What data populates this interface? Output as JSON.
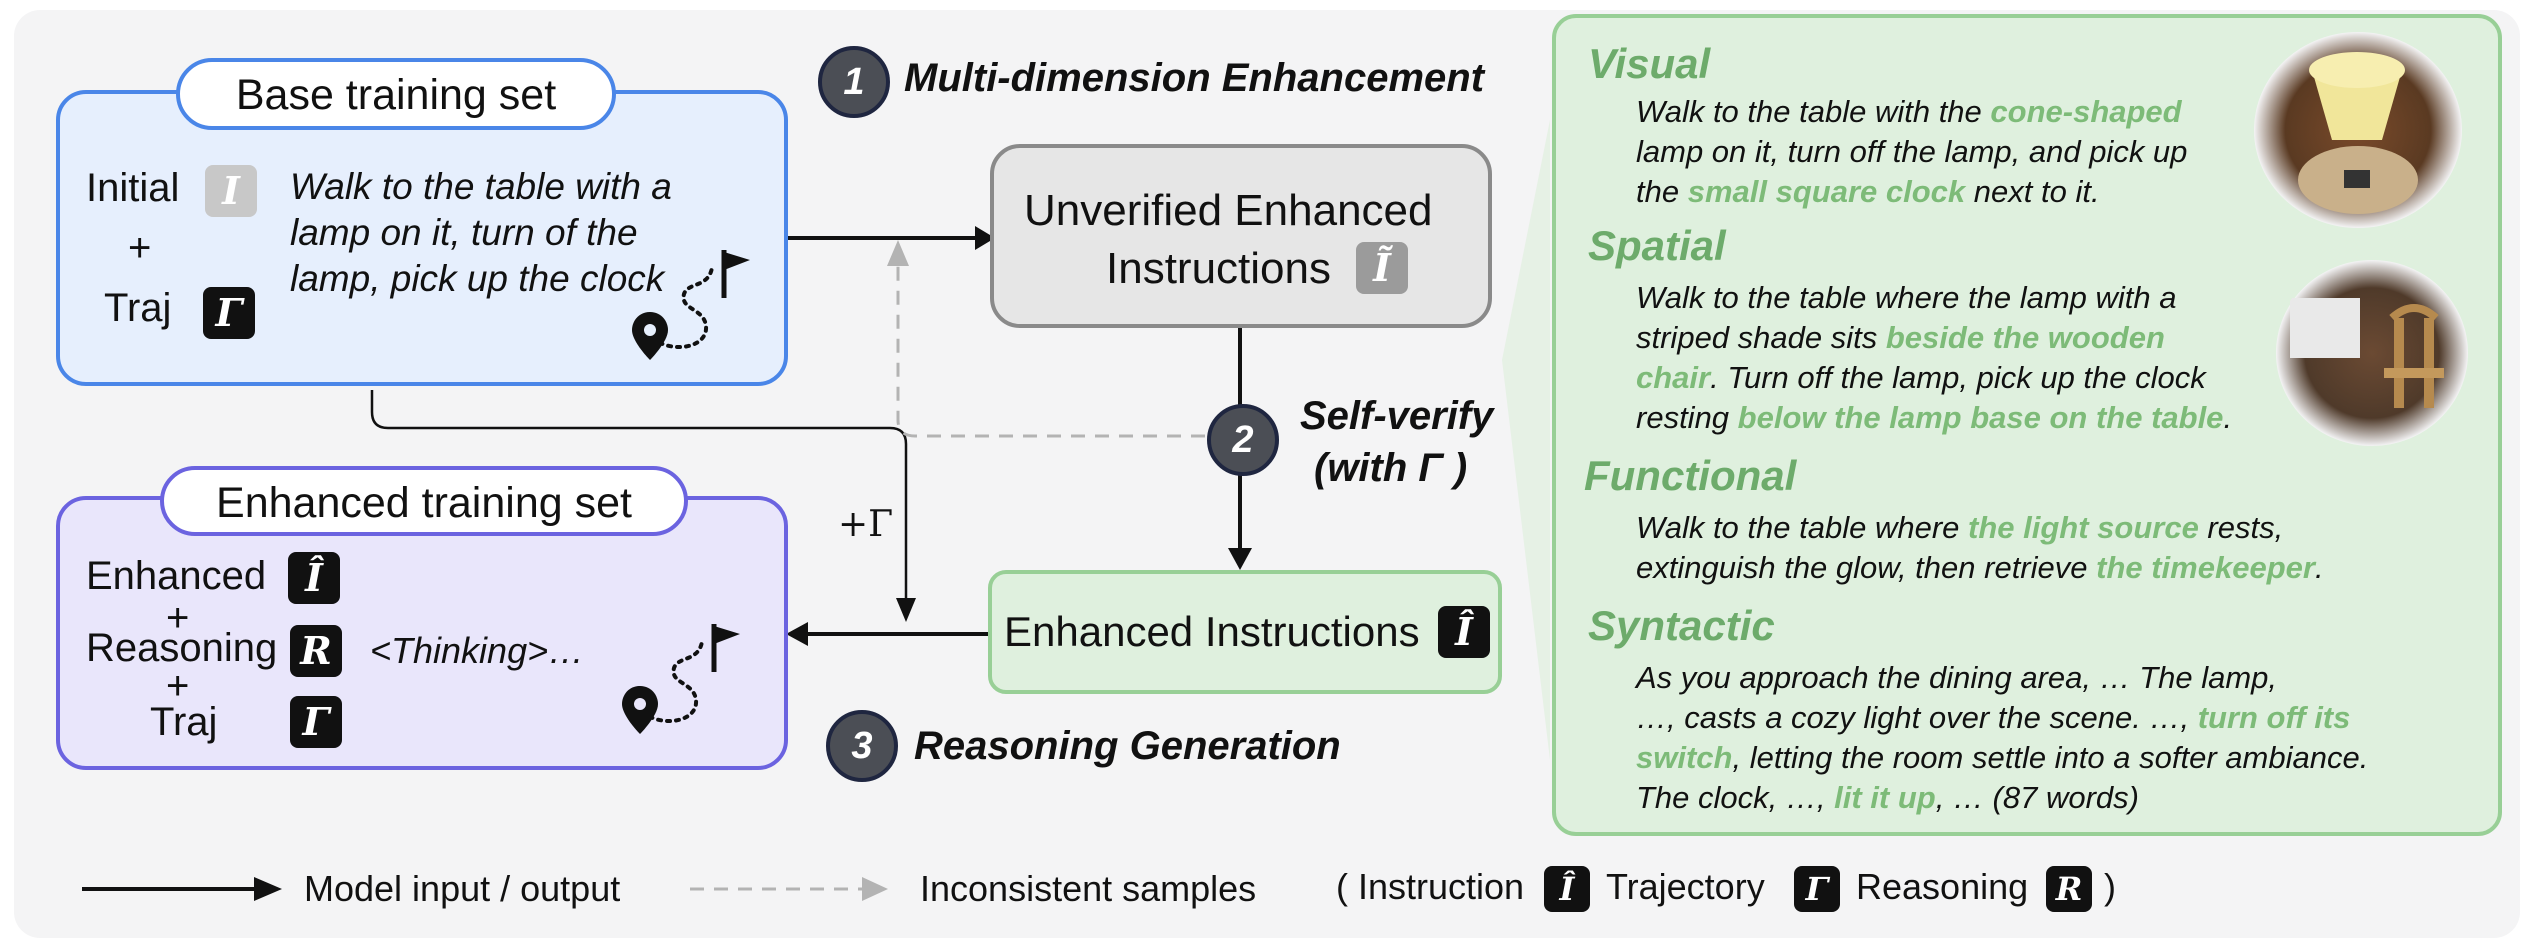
{
  "base_set": {
    "title": "Base training set",
    "initial_label": "Initial",
    "plus": "+",
    "traj_label": "Traj",
    "instruction_text": [
      "Walk to the table with a",
      "lamp on it, turn of the",
      "lamp, pick up the clock"
    ]
  },
  "enhanced_set": {
    "title": "Enhanced training set",
    "enhanced_label": "Enhanced",
    "plus": "+",
    "reasoning_label": "Reasoning",
    "traj_label": "Traj",
    "thinking_text": "<Thinking>…"
  },
  "steps": {
    "one_num": "1",
    "one_title": "Multi-dimension Enhancement",
    "two_num": "2",
    "two_title_line1": "Self-verify",
    "two_title_line2": "(with Γ )",
    "three_num": "3",
    "three_title": "Reasoning Generation"
  },
  "boxes": {
    "unverified_line1": "Unverified Enhanced",
    "unverified_line2": "Instructions",
    "enhanced_instructions": "Enhanced Instructions",
    "plus_gamma": "+Γ"
  },
  "symbols": {
    "instruction": "I",
    "instruction_tilde": "Ĩ",
    "instruction_hat": "Î",
    "trajectory": "Γ",
    "reasoning": "R"
  },
  "right_panel": {
    "visual": {
      "title": "Visual",
      "p1": "Walk to the table with the ",
      "h1": "cone-shaped",
      "p2": "lamp on it, turn off the lamp, and pick up",
      "p3": "the ",
      "h2": "small square clock",
      "p4": " next to it."
    },
    "spatial": {
      "title": "Spatial",
      "p1": "Walk to the table where the lamp with a",
      "p2": "striped shade sits ",
      "h1": "beside the wooden",
      "h2": "chair",
      "p3": ". Turn off the lamp, pick up the clock",
      "p4": "resting ",
      "h3": "below the lamp base on the table",
      "p5": "."
    },
    "functional": {
      "title": "Functional",
      "p1": "Walk to the table where ",
      "h1": "the light source",
      "p2": " rests,",
      "p3": "extinguish the glow, then retrieve ",
      "h2": "the timekeeper",
      "p4": "."
    },
    "syntactic": {
      "title": "Syntactic",
      "p1": "As you approach the dining area, … The lamp,",
      "p2": "…, casts a cozy light over the scene. …, ",
      "h1": "turn off its",
      "h2": "switch",
      "p3": ", letting the room settle into a softer ambiance.",
      "p4": "The clock, …, ",
      "h3": "lit it up",
      "p5": ", … (87 words)"
    }
  },
  "legend": {
    "solid_label": "Model input / output",
    "dashed_label": "Inconsistent samples",
    "paren_open": "( Instruction",
    "trajectory": "Trajectory",
    "reasoning": "Reasoning",
    "paren_close": ")"
  },
  "colors": {
    "base_fill": "#e6effd",
    "base_border": "#4a86e8",
    "enh_fill": "#e9e6fb",
    "enh_border": "#6b63e0",
    "green_fill": "#dff0de",
    "green_border": "#98cf96",
    "highlight": "#7dbb78"
  }
}
